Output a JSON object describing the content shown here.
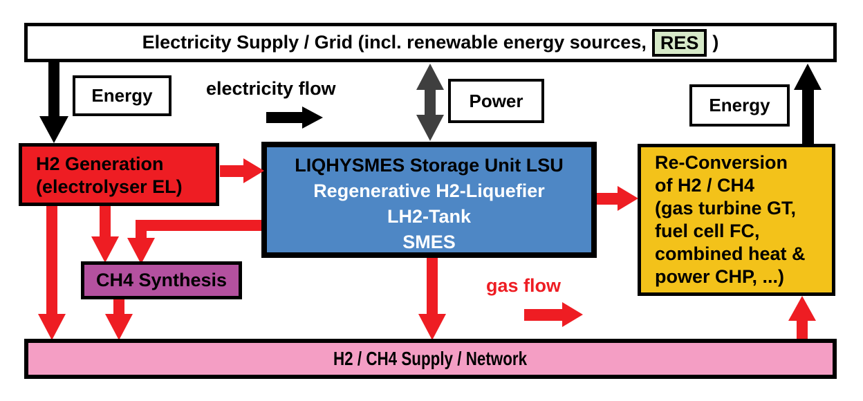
{
  "colors": {
    "red": "#EE1D23",
    "blue": "#4E87C5",
    "yellow": "#F3C21A",
    "purple": "#B4519F",
    "pink": "#F49EC4",
    "res_green": "#D6E9C8",
    "gray_arrow": "#3F3F3F"
  },
  "grid": {
    "title_prefix": "Electricity Supply / Grid (incl. renewable energy sources,",
    "res": "RES",
    "title_suffix": ")"
  },
  "flow_labels": {
    "energy_left": "Energy",
    "electricity_flow": "electricity flow",
    "power": "Power",
    "energy_right": "Energy",
    "gas_flow": "gas flow"
  },
  "h2_generation": {
    "lines": [
      "H2 Generation",
      "(electrolyser EL)"
    ]
  },
  "lsu": {
    "lines": [
      "LIQHYSMES Storage Unit LSU",
      "Regenerative H2-Liquefier",
      "LH2-Tank",
      "SMES"
    ]
  },
  "reconversion": {
    "lines": [
      "Re-Conversion",
      "of H2 / CH4",
      "(gas turbine GT,",
      "fuel cell FC,",
      "combined heat &",
      "power CHP, ...)"
    ]
  },
  "ch4_synthesis": {
    "label": "CH4 Synthesis"
  },
  "supply_network": {
    "label": "H2 / CH4 Supply / Network"
  }
}
